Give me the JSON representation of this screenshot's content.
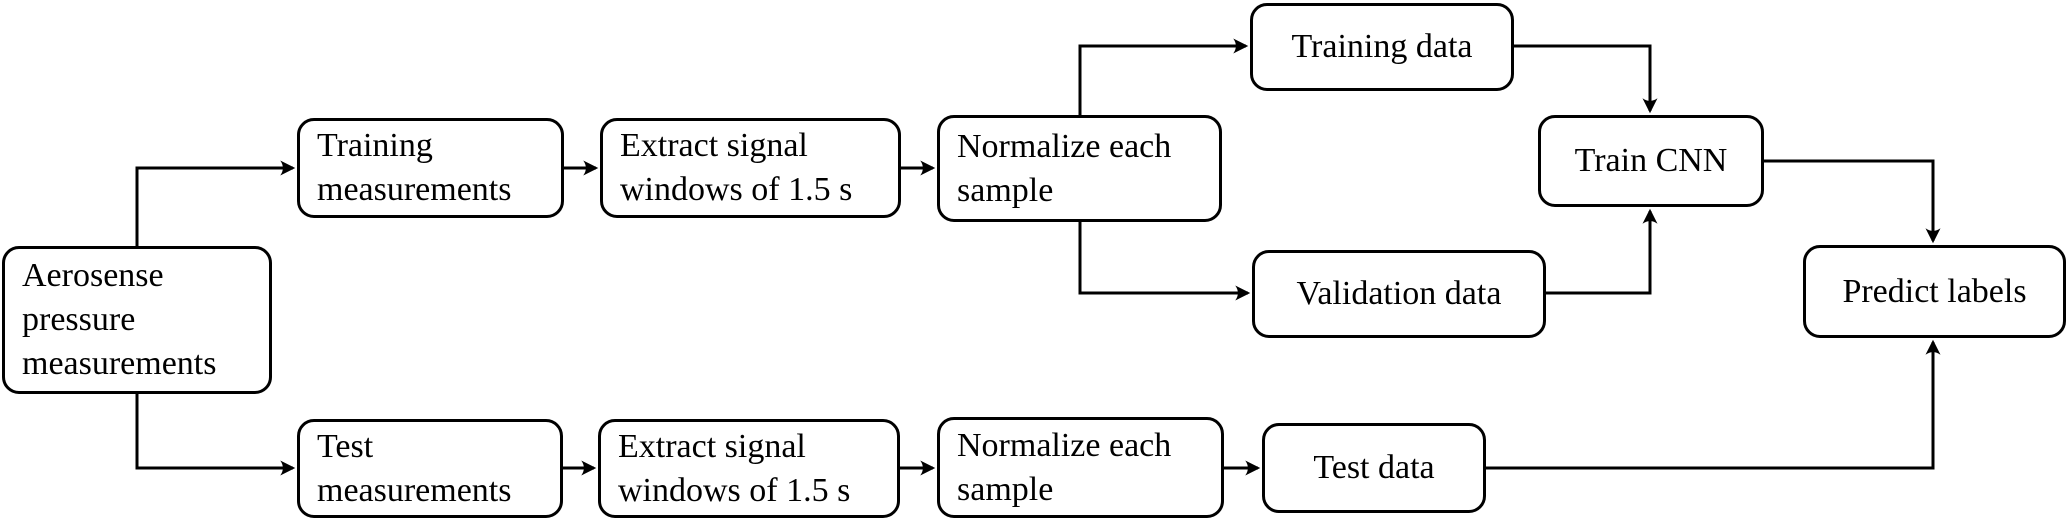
{
  "diagram": {
    "type": "flowchart",
    "nodes": [
      {
        "id": "aerosense",
        "lines": [
          "Aerosense",
          "pressure",
          "measurements"
        ]
      },
      {
        "id": "training-measurements",
        "lines": [
          "Training",
          "measurements"
        ]
      },
      {
        "id": "extract-windows-top",
        "lines": [
          "Extract signal",
          "windows of 1.5 s"
        ]
      },
      {
        "id": "normalize-top",
        "lines": [
          "Normalize each",
          "sample"
        ]
      },
      {
        "id": "training-data",
        "lines": [
          "Training data"
        ]
      },
      {
        "id": "validation-data",
        "lines": [
          "Validation data"
        ]
      },
      {
        "id": "train-cnn",
        "lines": [
          "Train CNN"
        ]
      },
      {
        "id": "predict-labels",
        "lines": [
          "Predict labels"
        ]
      },
      {
        "id": "test-measurements",
        "lines": [
          "Test",
          "measurements"
        ]
      },
      {
        "id": "extract-windows-bottom",
        "lines": [
          "Extract signal",
          "windows of 1.5 s"
        ]
      },
      {
        "id": "normalize-bottom",
        "lines": [
          "Normalize each",
          "sample"
        ]
      },
      {
        "id": "test-data",
        "lines": [
          "Test data"
        ]
      }
    ],
    "edges": [
      {
        "from": "aerosense",
        "to": "training-measurements"
      },
      {
        "from": "aerosense",
        "to": "test-measurements"
      },
      {
        "from": "training-measurements",
        "to": "extract-windows-top"
      },
      {
        "from": "extract-windows-top",
        "to": "normalize-top"
      },
      {
        "from": "normalize-top",
        "to": "training-data"
      },
      {
        "from": "normalize-top",
        "to": "validation-data"
      },
      {
        "from": "training-data",
        "to": "train-cnn"
      },
      {
        "from": "validation-data",
        "to": "train-cnn"
      },
      {
        "from": "train-cnn",
        "to": "predict-labels"
      },
      {
        "from": "test-measurements",
        "to": "extract-windows-bottom"
      },
      {
        "from": "extract-windows-bottom",
        "to": "normalize-bottom"
      },
      {
        "from": "normalize-bottom",
        "to": "test-data"
      },
      {
        "from": "test-data",
        "to": "predict-labels"
      }
    ],
    "colors": {
      "background": "#ffffff",
      "box_fill": "#ffffff",
      "box_border": "#000000",
      "connector": "#000000",
      "text": "#000000"
    }
  }
}
